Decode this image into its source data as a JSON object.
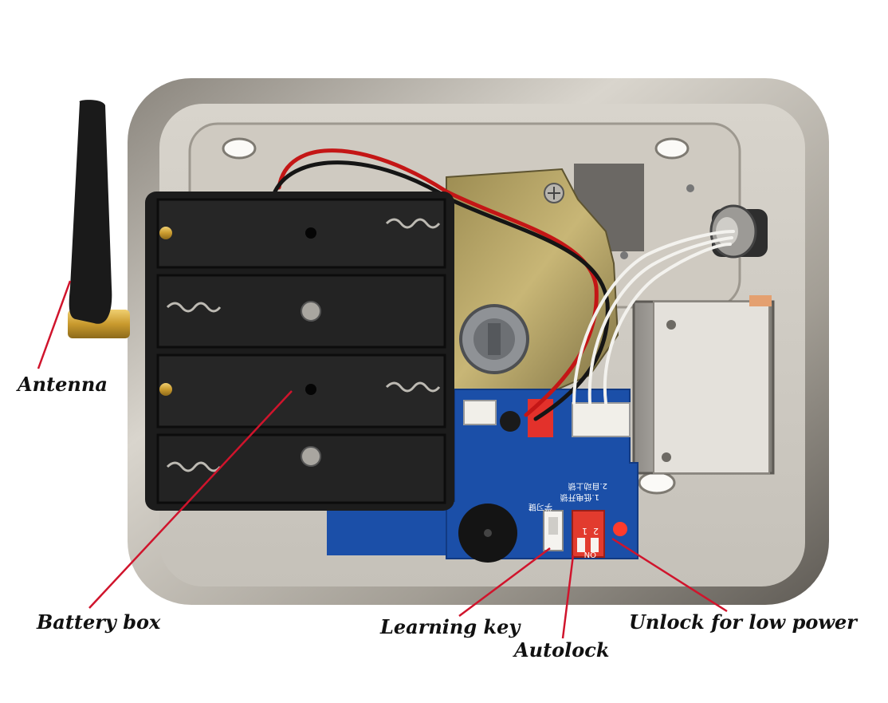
{
  "labels": {
    "antenna": "Antenna",
    "battery_box": "Battery box",
    "learning_key": "Learning key",
    "autolock": "Autolock",
    "unlock_low_power": "Unlock for low power"
  },
  "board_text": {
    "switch_labels": [
      "1",
      "2"
    ],
    "switch_on": "ON",
    "legend_line_1": "1.低电开锁",
    "legend_line_2": "2.自动上锁",
    "learn_text": "学习键"
  },
  "colors": {
    "callout_line": "#d0142c",
    "pcb": "#1b4fa8",
    "dip_switch": "#e23b2e",
    "battery_box": "#1c1c1c",
    "enclosure": "#b9b4ab"
  }
}
